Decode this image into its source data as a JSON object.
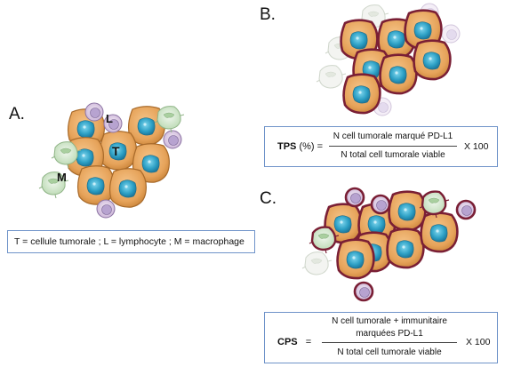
{
  "panels": {
    "A": {
      "letter": "A.",
      "labels": {
        "T": "T",
        "L": "L",
        "M": "M"
      },
      "legend": "T = cellule tumorale ; L = lymphocyte ; M = macrophage"
    },
    "B": {
      "letter": "B.",
      "formula": {
        "name": "TPS",
        "unit": " (%) =",
        "numerator": "N cell tumorale marqué PD-L1",
        "denominator": "N total cell tumorale viable",
        "multiplier": "X 100"
      }
    },
    "C": {
      "letter": "C.",
      "formula": {
        "name": "CPS",
        "unit": "=",
        "numerator_line1": "N cell tumorale + immunitaire",
        "numerator_line2": "marquées PD-L1",
        "denominator": "N total cell tumorale viable",
        "multiplier": "X 100"
      }
    }
  },
  "colors": {
    "tumor_fill": "#e6a35a",
    "tumor_border": "#a86a2a",
    "nucleus": "#2c9fc4",
    "stained_border": "#8a2c44",
    "lymphocyte_fill": "#d9c6e3",
    "macrophage_fill": "#cfe5c9",
    "box_border": "#6f93c9"
  }
}
